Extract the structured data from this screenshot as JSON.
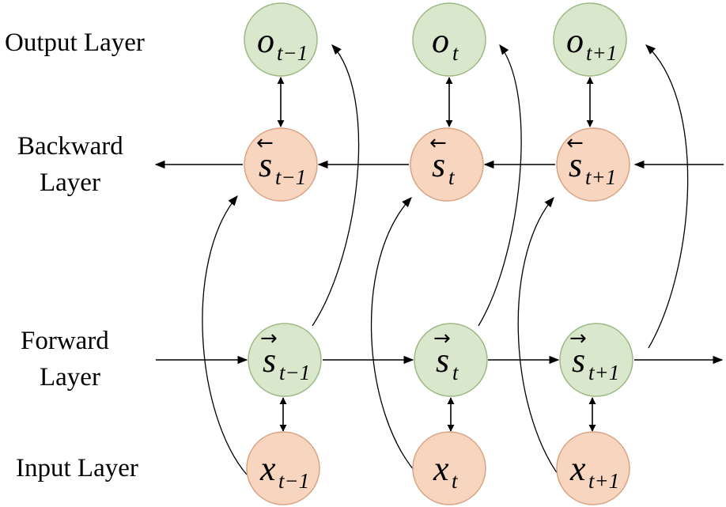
{
  "layers": {
    "output": "Output Layer",
    "backward_line1": "Backward",
    "backward_line2": "Layer",
    "forward_line1": "Forward",
    "forward_line2": "Layer",
    "input": "Input Layer"
  },
  "colors": {
    "green_fill": "#d9e8cc",
    "green_stroke": "#9db884",
    "orange_fill": "#f8d5bf",
    "orange_stroke": "#d9a485"
  },
  "nodes": {
    "output": [
      {
        "var": "o",
        "sub": "t−1"
      },
      {
        "var": "o",
        "sub": "t"
      },
      {
        "var": "o",
        "sub": "t+1"
      }
    ],
    "backward": [
      {
        "var": "s",
        "dir": "←",
        "sub": "t−1"
      },
      {
        "var": "s",
        "dir": "←",
        "sub": "t"
      },
      {
        "var": "s",
        "dir": "←",
        "sub": "t+1"
      }
    ],
    "forward": [
      {
        "var": "s",
        "dir": "→",
        "sub": "t−1"
      },
      {
        "var": "s",
        "dir": "→",
        "sub": "t"
      },
      {
        "var": "s",
        "dir": "→",
        "sub": "t+1"
      }
    ],
    "input": [
      {
        "var": "x",
        "sub": "t−1"
      },
      {
        "var": "x",
        "sub": "t"
      },
      {
        "var": "x",
        "sub": "t+1"
      }
    ]
  }
}
